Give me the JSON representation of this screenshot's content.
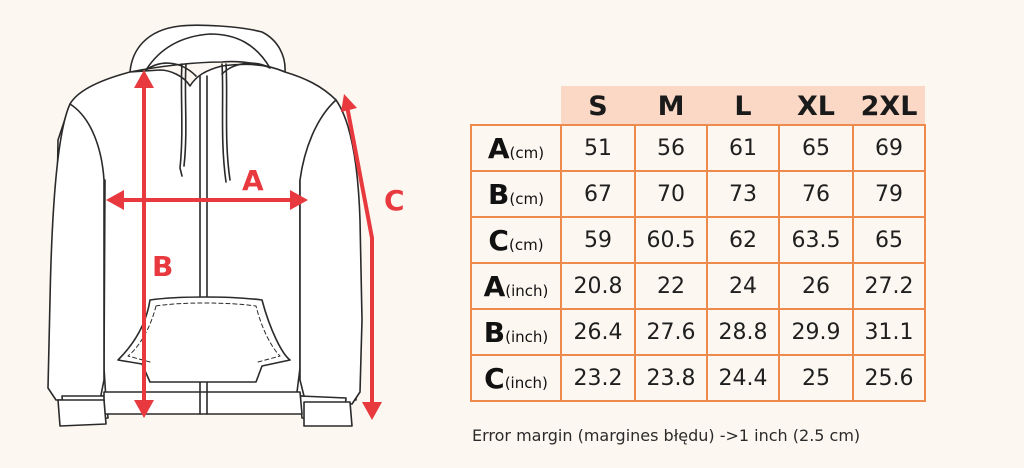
{
  "diagram": {
    "labels": {
      "a": "A",
      "b": "B",
      "c": "C"
    },
    "colors": {
      "arrow": "#e8393e",
      "outline": "#2a2a2a",
      "fill": "#ffffff"
    }
  },
  "table": {
    "sizes": [
      "S",
      "M",
      "L",
      "XL",
      "2XL"
    ],
    "rows": [
      {
        "letter": "A",
        "unit": "(cm)",
        "values": [
          "51",
          "56",
          "61",
          "65",
          "69"
        ]
      },
      {
        "letter": "B",
        "unit": "(cm)",
        "values": [
          "67",
          "70",
          "73",
          "76",
          "79"
        ]
      },
      {
        "letter": "C",
        "unit": "(cm)",
        "values": [
          "59",
          "60.5",
          "62",
          "63.5",
          "65"
        ]
      },
      {
        "letter": "A",
        "unit": "(inch)",
        "values": [
          "20.8",
          "22",
          "24",
          "26",
          "27.2"
        ]
      },
      {
        "letter": "B",
        "unit": "(inch)",
        "values": [
          "26.4",
          "27.6",
          "28.8",
          "29.9",
          "31.1"
        ]
      },
      {
        "letter": "C",
        "unit": "(inch)",
        "values": [
          "23.2",
          "23.8",
          "24.4",
          "25",
          "25.6"
        ]
      }
    ],
    "colors": {
      "header_bg": "#fbd8c6",
      "border": "#ef8a4f"
    }
  },
  "footnote": "Error margin (margines błędu) ->1 inch (2.5 cm)"
}
